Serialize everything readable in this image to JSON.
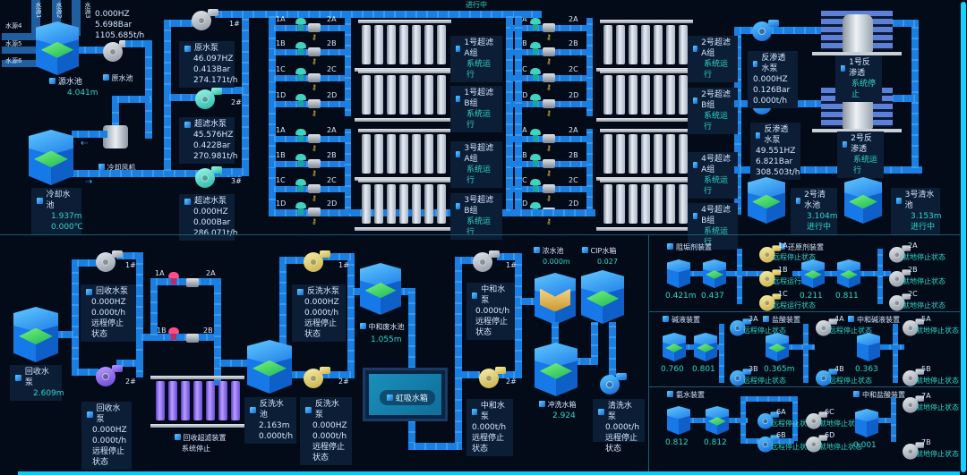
{
  "header": {
    "status": "进行中"
  },
  "sources": {
    "top": [
      "水源1",
      "水源2",
      "水源3"
    ],
    "left": [
      "水源4",
      "水源5",
      "水源6"
    ]
  },
  "source_pool": {
    "label": "源水池",
    "level": "4.041m"
  },
  "source_pump_readout": {
    "freq": "0.000HZ",
    "pressure": "5.698Bar",
    "flow": "1105.685t/h"
  },
  "raw_pool_label": "原水池",
  "cooling_fan_label": "冷却风机",
  "cooling_pool": {
    "label": "冷却水池",
    "level": "1.937m",
    "temp": "0.000℃"
  },
  "pumps_left": [
    {
      "id": "1#",
      "name": "原水泵",
      "freq": "46.097HZ",
      "pressure": "0.413Bar",
      "flow": "274.171t/h"
    },
    {
      "id": "2#",
      "name": "超滤水泵",
      "freq": "45.576HZ",
      "pressure": "0.422Bar",
      "flow": "270.981t/h"
    },
    {
      "id": "3#",
      "name": "超滤水泵",
      "freq": "0.000HZ",
      "pressure": "0.000Bar",
      "flow": "286.071t/h"
    }
  ],
  "valve_labels_in": [
    "1A",
    "1B",
    "1C",
    "1D"
  ],
  "valve_labels_out": [
    "2A",
    "2B",
    "2C",
    "2D"
  ],
  "uf_groups": [
    {
      "name": "1号超滤A组",
      "status": "系统运行"
    },
    {
      "name": "1号超滤B组",
      "status": "系统运行"
    },
    {
      "name": "3号超滤A组",
      "status": "系统运行"
    },
    {
      "name": "3号超滤B组",
      "status": "系统运行"
    },
    {
      "name": "2号超滤A组",
      "status": "系统运行"
    },
    {
      "name": "2号超滤B组",
      "status": "系统运行"
    },
    {
      "name": "4号超滤A组",
      "status": "系统运行"
    },
    {
      "name": "4号超滤B组",
      "status": "系统运行"
    }
  ],
  "ro_pumps": [
    {
      "name": "反渗透水泵",
      "freq": "0.000HZ",
      "pressure": "0.126Bar",
      "flow": "0.000t/h"
    },
    {
      "name": "反渗透水泵",
      "freq": "49.551HZ",
      "pressure": "6.821Bar",
      "flow": "308.503t/h"
    }
  ],
  "ro_units": [
    {
      "name": "1号反渗透",
      "status": "系统停止"
    },
    {
      "name": "2号反渗透",
      "status": "系统运行"
    }
  ],
  "clear_pools": [
    {
      "name": "2号清水池",
      "level": "3.104m",
      "status": "进行中"
    },
    {
      "name": "3号清水池",
      "level": "3.153m",
      "status": "进行中"
    }
  ],
  "recovery": {
    "pool": {
      "name": "回收水泵",
      "level": "2.609m"
    },
    "pump1": {
      "id": "1#",
      "name": "回收水泵",
      "freq": "0.000HZ",
      "flow": "0.000t/h",
      "state": "远程停止状态"
    },
    "pump2": {
      "id": "2#",
      "name": "回收水泵",
      "freq": "0.000HZ",
      "flow": "0.000t/h",
      "state": "远程停止状态"
    },
    "valves": [
      "1A",
      "2A",
      "1B",
      "2B"
    ],
    "uf": {
      "name": "回收超滤装置",
      "status": "系统停止"
    }
  },
  "backwash": {
    "pump1": {
      "id": "1#",
      "name": "反洗水泵",
      "freq": "0.000HZ",
      "flow": "0.000t/h",
      "state": "远程停止状态"
    },
    "pool": {
      "name": "反洗水池",
      "level": "2.163m",
      "flow": "0.000t/h"
    },
    "pump2": {
      "id": "2#",
      "name": "反洗水泵",
      "freq": "0.000HZ",
      "flow": "0.000t/h",
      "state": "远程停止状态"
    }
  },
  "neutral_pool": {
    "name": "中和废水池",
    "level": "1.055m"
  },
  "siphon_label": "虹吸水箱",
  "neutral_pumps": [
    {
      "id": "1#",
      "name": "中和水泵",
      "flow": "0.000t/h",
      "state": "远程停止状态"
    },
    {
      "id": "2#",
      "name": "中和水泵",
      "flow": "0.000t/h",
      "state": "远程停止状态"
    }
  ],
  "conc_pool": {
    "name": "浓水池",
    "level": "0.000m"
  },
  "cip_tank": {
    "name": "CIP水箱",
    "level": "0.027"
  },
  "flush_tank": {
    "name": "冲洗水箱",
    "level": "2.924"
  },
  "clean_pump": {
    "name": "清洗水泵",
    "flow": "0.000t/h",
    "state": "远程停止状态"
  },
  "dosing": {
    "antiscalant": {
      "name": "阻垢剂装置",
      "tanks": [
        "0.421m",
        "0.437"
      ],
      "pumps": [
        {
          "id": "1A",
          "state": "远程停止状态"
        },
        {
          "id": "1B",
          "state": "远程运行状态"
        },
        {
          "id": "1C",
          "state": "远程运行状态"
        }
      ]
    },
    "reductant": {
      "name": "还原剂装置",
      "tanks": [
        "0.211",
        "0.811"
      ],
      "pumps": [
        {
          "id": "2A",
          "state": "就地停止状态"
        },
        {
          "id": "2B",
          "state": "就地停止状态"
        },
        {
          "id": "2C",
          "state": "就地停止状态"
        }
      ]
    },
    "alkali": {
      "name": "碱液装置",
      "tanks": [
        "0.760",
        "0.801"
      ],
      "pumps": [
        {
          "id": "3A",
          "state": "远程停止状态"
        },
        {
          "id": "3B",
          "state": "远程停止状态"
        }
      ]
    },
    "acid": {
      "name": "盐酸装置",
      "tanks": [
        "0.365m"
      ],
      "pumps": [
        {
          "id": "4A",
          "state": "远程停止状态"
        },
        {
          "id": "4B",
          "state": "远程停止状态"
        }
      ]
    },
    "neutral_alkali": {
      "name": "中和碱液装置",
      "tanks": [
        "0.363"
      ],
      "pumps": [
        {
          "id": "5A",
          "state": "就地停止状态"
        },
        {
          "id": "5B",
          "state": "就地停止状态"
        }
      ]
    },
    "ammonia": {
      "name": "氨水装置",
      "tanks": [
        "0.812",
        "0.812"
      ],
      "pumps": [
        {
          "id": "6A",
          "state": "远程停止状态"
        },
        {
          "id": "6B",
          "state": "远程停止状态"
        },
        {
          "id": "6C",
          "state": "就地停止状态"
        },
        {
          "id": "6D",
          "state": "就地停止状态"
        }
      ]
    },
    "neutral_acid": {
      "name": "中和盐酸装置",
      "tanks": [
        "0.001"
      ],
      "pumps": [
        {
          "id": "7A",
          "state": "就地停止状态"
        },
        {
          "id": "7B",
          "state": "就地停止状态"
        }
      ]
    }
  }
}
